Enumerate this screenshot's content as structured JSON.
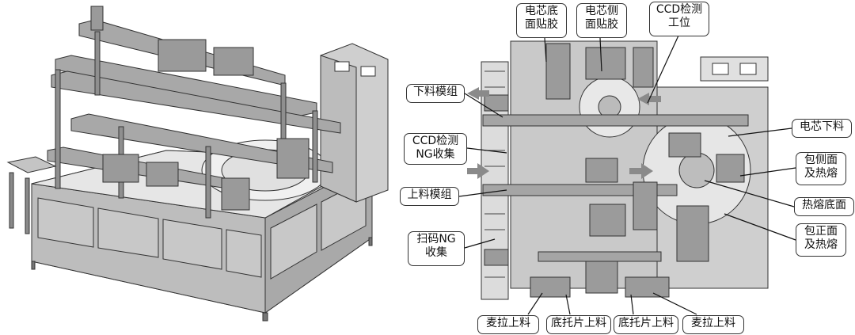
{
  "labels": {
    "cell_bottom_tape": "电芯底\n面贴胶",
    "cell_side_tape": "电芯侧\n面贴胶",
    "ccd_station": "CCD检测\n工位",
    "unload_module": "下料模组",
    "ccd_ng": "CCD检测\nNG收集",
    "load_module": "上料模组",
    "scan_ng": "扫码NG\n收集",
    "cell_unload": "电芯下料",
    "wrap_side_hot_melt": "包侧面\n及热熔",
    "hot_melt_bottom": "热熔底面",
    "wrap_front_hot_melt": "包正面\n及热熔",
    "mylar_load_left": "麦拉上料",
    "bottom_tray_load_left": "底托片上料",
    "bottom_tray_load_right": "底托片上料",
    "mylar_load_right": "麦拉上料"
  }
}
